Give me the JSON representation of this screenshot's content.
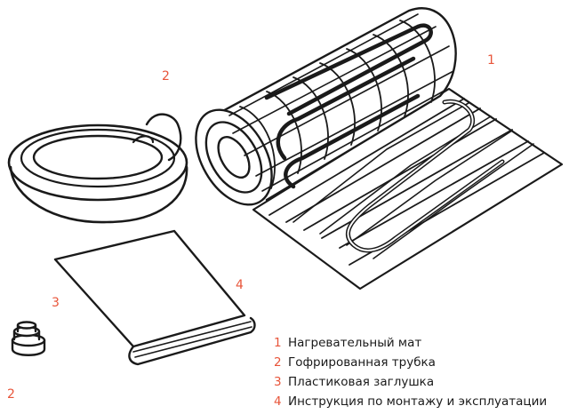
{
  "markers": {
    "mat": "1",
    "tube": "2",
    "plug": "3",
    "manual": "4",
    "cap": "2"
  },
  "legend": [
    {
      "num": "1",
      "text": "Нагревательный мат"
    },
    {
      "num": "2",
      "text": "Гофрированная трубка"
    },
    {
      "num": "3",
      "text": "Пластиковая заглушка"
    },
    {
      "num": "4",
      "text": "Инструкция по монтажу и эксплуатации"
    }
  ],
  "colors": {
    "accent": "#e8553a",
    "line": "#1a1a1a"
  }
}
